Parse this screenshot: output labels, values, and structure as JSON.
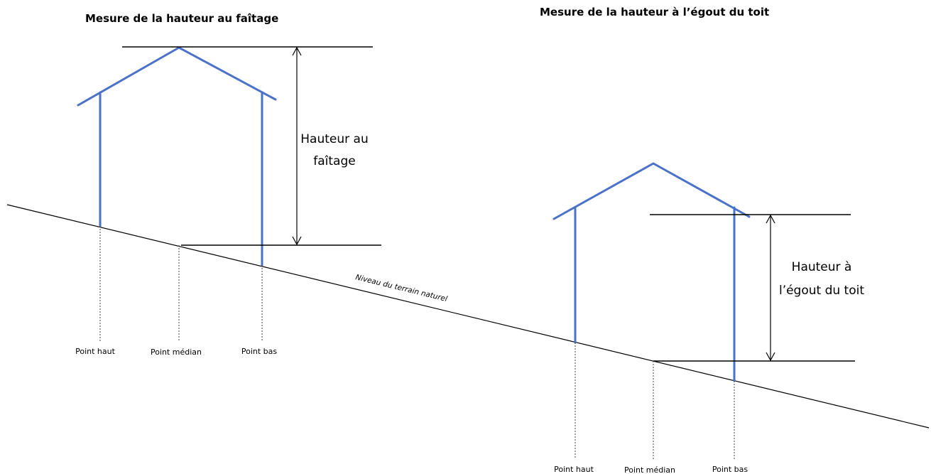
{
  "left_diagram": {
    "title": "Mesure  de la hauteur au faîtage",
    "height_label_line1": "Hauteur au",
    "height_label_line2": "faîtage",
    "points": {
      "high": "Point haut",
      "median": "Point médian",
      "low": "Point bas"
    }
  },
  "right_diagram": {
    "title": "Mesure de la hauteur à l’égout du toit",
    "height_label_line1": "Hauteur à",
    "height_label_line2": "l’égout du toit",
    "points": {
      "high": "Point haut",
      "median": "Point médian",
      "low": "Point bas"
    }
  },
  "terrain_label": "Niveau du terrain naturel",
  "colors": {
    "house_outline": "#4a72c8",
    "lines": "#000000"
  }
}
